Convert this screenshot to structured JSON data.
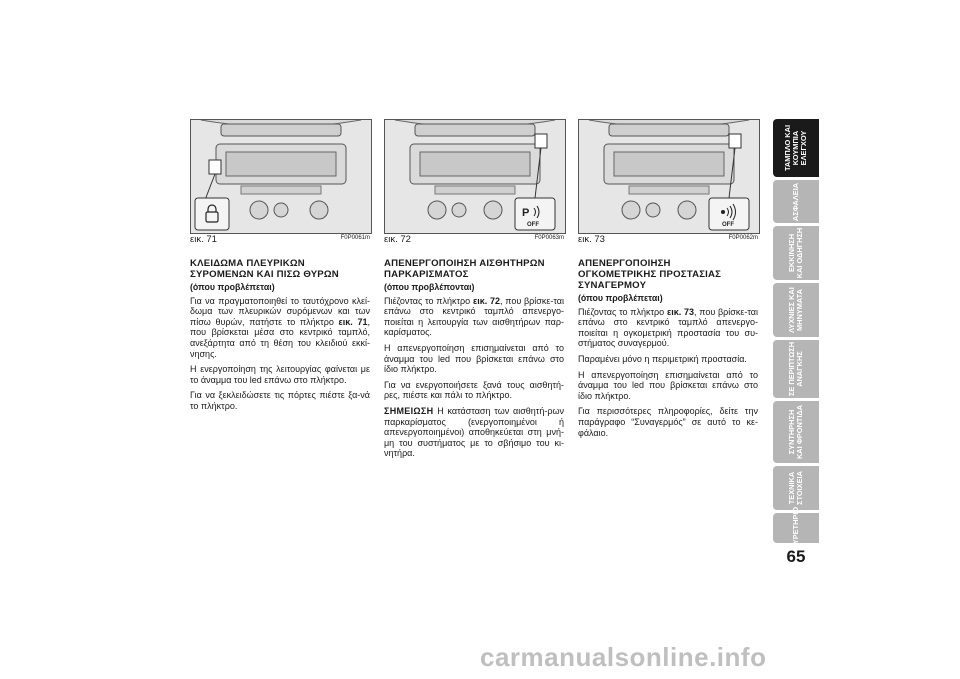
{
  "figures": [
    {
      "label": "εικ. 71",
      "code": "F0P0061m",
      "button_glyph": "padlock-icon"
    },
    {
      "label": "εικ. 72",
      "code": "F0P0063m",
      "button_glyph": "park-sensor-icon",
      "button_text": "OFF"
    },
    {
      "label": "εικ. 73",
      "code": "F0P0062m",
      "button_glyph": "alarm-wave-icon",
      "button_text": "OFF"
    }
  ],
  "col1": {
    "title_l1": "ΚΛΕΙΔΩΜΑ ΠΛΕΥΡΙΚΩΝ",
    "title_l2": "ΣΥΡΟΜΕΝΩΝ ΚΑΙ ΠΙΣΩ ΘΥΡΩΝ",
    "subtitle": "(όπου προβλέπεται)",
    "p1_a": "Για να πραγματοποιηθεί το ταυτόχρονο κλεί-δωμα των πλευρικών συρόμενων και των πίσω θυρών, πατήστε το πλήκτρο ",
    "p1_ref": "εικ. 71",
    "p1_b": ", που βρίσκεται μέσα στο κεντρικό ταμπλό, ανεξάρτητα από τη θέση του κλειδιού εκκί-νησης.",
    "p2": "Η ενεργοποίηση της λειτουργίας φαίνεται με το άναμμα του led επάνω στο πλήκτρο.",
    "p3": "Για να ξεκλειδώσετε τις πόρτες πιέστε ξα-νά το πλήκτρο."
  },
  "col2": {
    "title_l1": "ΑΠΕΝΕΡΓΟΠΟΙΗΣΗ ΑΙΣΘΗΤΗΡΩΝ",
    "title_l2": "ΠΑΡΚΑΡΙΣΜΑΤΟΣ",
    "subtitle": "(όπου προβλέπονται)",
    "p1_a": "Πιέζοντας το πλήκτρο ",
    "p1_ref": "εικ. 72",
    "p1_b": ", που βρίσκε-ται επάνω στο κεντρικό ταμπλό απενεργο-ποιείται η λειτουργία των αισθητήρων παρ-καρίσματος.",
    "p2": "Η απενεργοποίηση επισημαίνεται από το άναμμα του led που βρίσκεται επάνω στο ίδιο πλήκτρο.",
    "p3": "Για να ενεργοποιήσετε ξανά τους αισθητή-ρες, πιέστε και πάλι το πλήκτρο.",
    "note_kw": "ΣΗΜΕΙΩΣΗ",
    "note": " Η κατάσταση των αισθητή-ρων παρκαρίσματος (ενεργοποιημένοι ή απενεργοποιημένοι) αποθηκεύεται στη μνή-μη του συστήματος με το σβήσιμο του κι-νητήρα."
  },
  "col3": {
    "title_l1": "ΑΠΕΝΕΡΓΟΠΟΙΗΣΗ",
    "title_l2": "ΟΓΚΟΜΕΤΡΙΚΗΣ ΠΡΟΣΤΑΣΙΑΣ",
    "title_l3": "ΣΥΝΑΓΕΡΜΟΥ",
    "subtitle": "(όπου προβλέπεται)",
    "p1_a": "Πιέζοντας το πλήκτρο ",
    "p1_ref": "εικ. 73",
    "p1_b": ", που βρίσκε-ται επάνω στο κεντρικό ταμπλό απενεργο-ποιείται η ογκομετρική προστασία του συ-στήματος συναγερμού.",
    "p2": "Παραμένει μόνο η περιμετρική προστασία.",
    "p3": "Η απενεργοποίηση επισημαίνεται από το άναμμα του led που βρίσκεται επάνω στο ίδιο πλήκτρο.",
    "p4": "Για περισσότερες πληροφορίες, δείτε την παράγραφο “Συναγερμός” σε αυτό το κε-φάλαιο."
  },
  "tabs": [
    {
      "l1": "ΤΑΜΠΛΟ ΚΑΙ",
      "l2": "ΚΟΥΜΠΙΑ",
      "l3": "ΕΛΕΓΧΟΥ",
      "active": true
    },
    {
      "l1": "ΑΣΦΑΛΕΙΑ",
      "l2": "",
      "l3": "",
      "active": false
    },
    {
      "l1": "ΕΚΚΙΝΗΣΗ",
      "l2": "ΚΑΙ ΟΔΗΓΗΣΗ",
      "l3": "",
      "active": false
    },
    {
      "l1": "ΛΥΧΝΙΕΣ ΚΑΙ",
      "l2": "ΜΗΝΥΜΑΤΑ",
      "l3": "",
      "active": false
    },
    {
      "l1": "ΣΕ ΠΕΡΙΠΤΩΣΗ",
      "l2": "ΑΝΑΓΚΗΣ",
      "l3": "",
      "active": false
    },
    {
      "l1": "ΣΥΝΤΗΡΗΣΗ",
      "l2": "ΚΑΙ ΦΡΟΝΤΙΔΑ",
      "l3": "",
      "active": false
    },
    {
      "l1": "ΤΕΧΝΙΚΑ",
      "l2": "ΣΤΟΙΧΕΙΑ",
      "l3": "",
      "active": false
    },
    {
      "l1": "ΕΥΡΕΤΗΡΙΟ",
      "l2": "",
      "l3": "",
      "active": false
    }
  ],
  "page_number": "65",
  "watermark": "carmanualsonline.info",
  "colors": {
    "tab_active": "#1a1a1a",
    "tab_inactive": "#b5b5b5"
  }
}
